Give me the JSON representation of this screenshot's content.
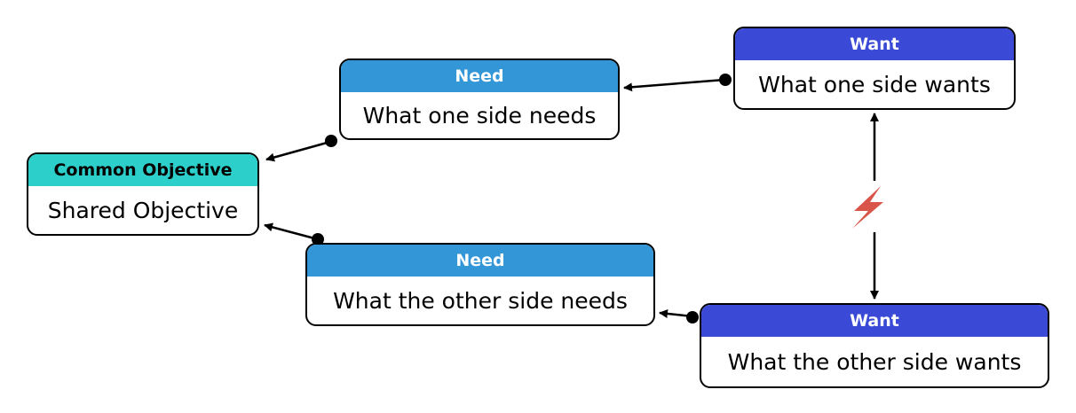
{
  "colors": {
    "objective": "#2ccfc9",
    "need": "#3396d7",
    "want": "#3a49d6",
    "conflict": "#d9554a",
    "line": "#000000"
  },
  "nodes": {
    "objective": {
      "header": "Common Objective",
      "body": "Shared Objective"
    },
    "need_top": {
      "header": "Need",
      "body": "What one side needs"
    },
    "need_bottom": {
      "header": "Need",
      "body": "What the other side needs"
    },
    "want_top": {
      "header": "Want",
      "body": "What one side wants"
    },
    "want_bottom": {
      "header": "Want",
      "body": "What the other side wants"
    }
  },
  "conflict_icon": "lightning-bolt-icon"
}
